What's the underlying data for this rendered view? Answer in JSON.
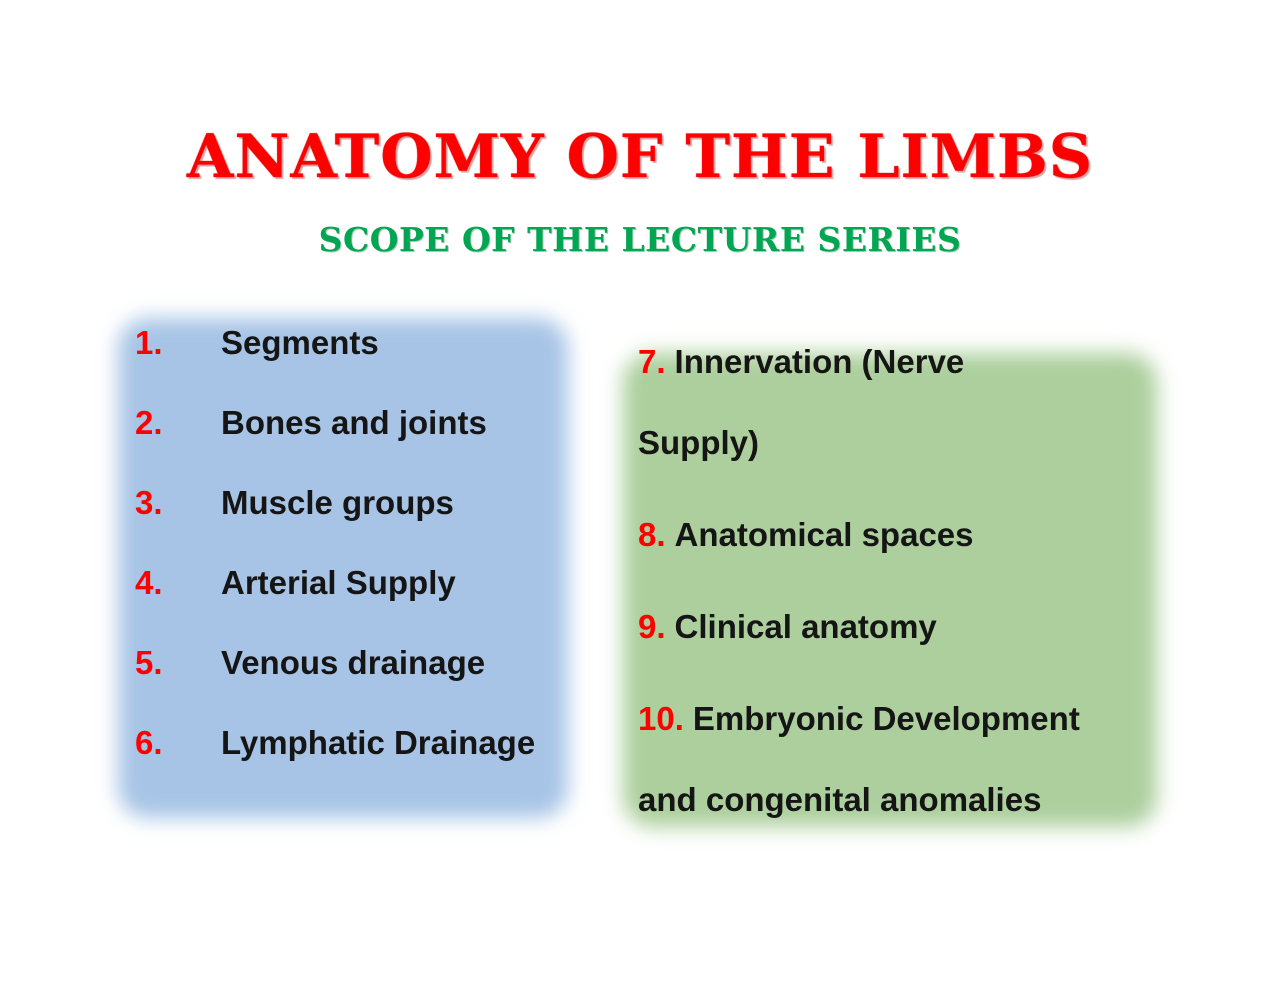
{
  "title": {
    "text": "ANATOMY OF THE LIMBS"
  },
  "subtitle": {
    "text": "SCOPE OF THE LECTURE SERIES"
  },
  "left_panel": {
    "items": [
      {
        "number": "1.",
        "label": "Segments"
      },
      {
        "number": "2.",
        "label": "Bones and joints"
      },
      {
        "number": "3.",
        "label": "Muscle groups"
      },
      {
        "number": "4.",
        "label": "Arterial Supply"
      },
      {
        "number": "5.",
        "label": "Venous drainage"
      },
      {
        "number": "6.",
        "label": "Lymphatic Drainage"
      }
    ]
  },
  "right_panel": {
    "items": [
      {
        "number": "7.",
        "label": "Innervation (Nerve\nSupply)"
      },
      {
        "number": "8.",
        "label": "Anatomical spaces"
      },
      {
        "number": "9.",
        "label": "Clinical anatomy"
      },
      {
        "number": "10.",
        "label": "Embryonic Development\nand congenital anomalies"
      }
    ]
  },
  "colors": {
    "title": "#FF0000",
    "subtitle": "#00A651",
    "panel_left_bg": "#A7C4E6",
    "panel_right_bg": "#ACCF9D",
    "number": "#FF0000",
    "body_text": "#151515"
  }
}
